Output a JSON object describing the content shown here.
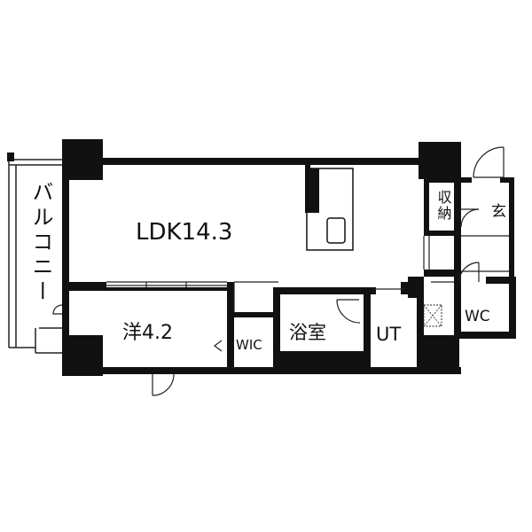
{
  "rooms": {
    "balcony": "バルコニー",
    "ldk": "LDK14.3",
    "western": "洋4.2",
    "wic": "WIC",
    "bath": "浴室",
    "ut": "UT",
    "storage": "収納",
    "entrance": "玄",
    "wc": "WC"
  },
  "colors": {
    "wall": "#111111",
    "line": "#222222",
    "background": "#ffffff"
  }
}
